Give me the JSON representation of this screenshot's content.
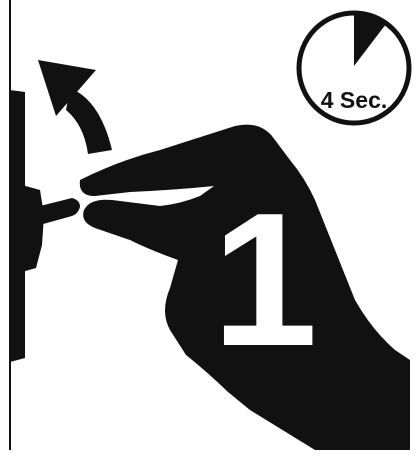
{
  "timer": {
    "label": "4 Sec.",
    "elapsed_fraction": 0.1
  },
  "step": {
    "number": "1"
  },
  "colors": {
    "ink": "#111111",
    "background": "#ffffff"
  },
  "icons": {
    "rotate_arrow": "curved-arrow-icon",
    "hand": "hand-icon",
    "knob": "knob-icon",
    "timer": "stopwatch-icon"
  }
}
